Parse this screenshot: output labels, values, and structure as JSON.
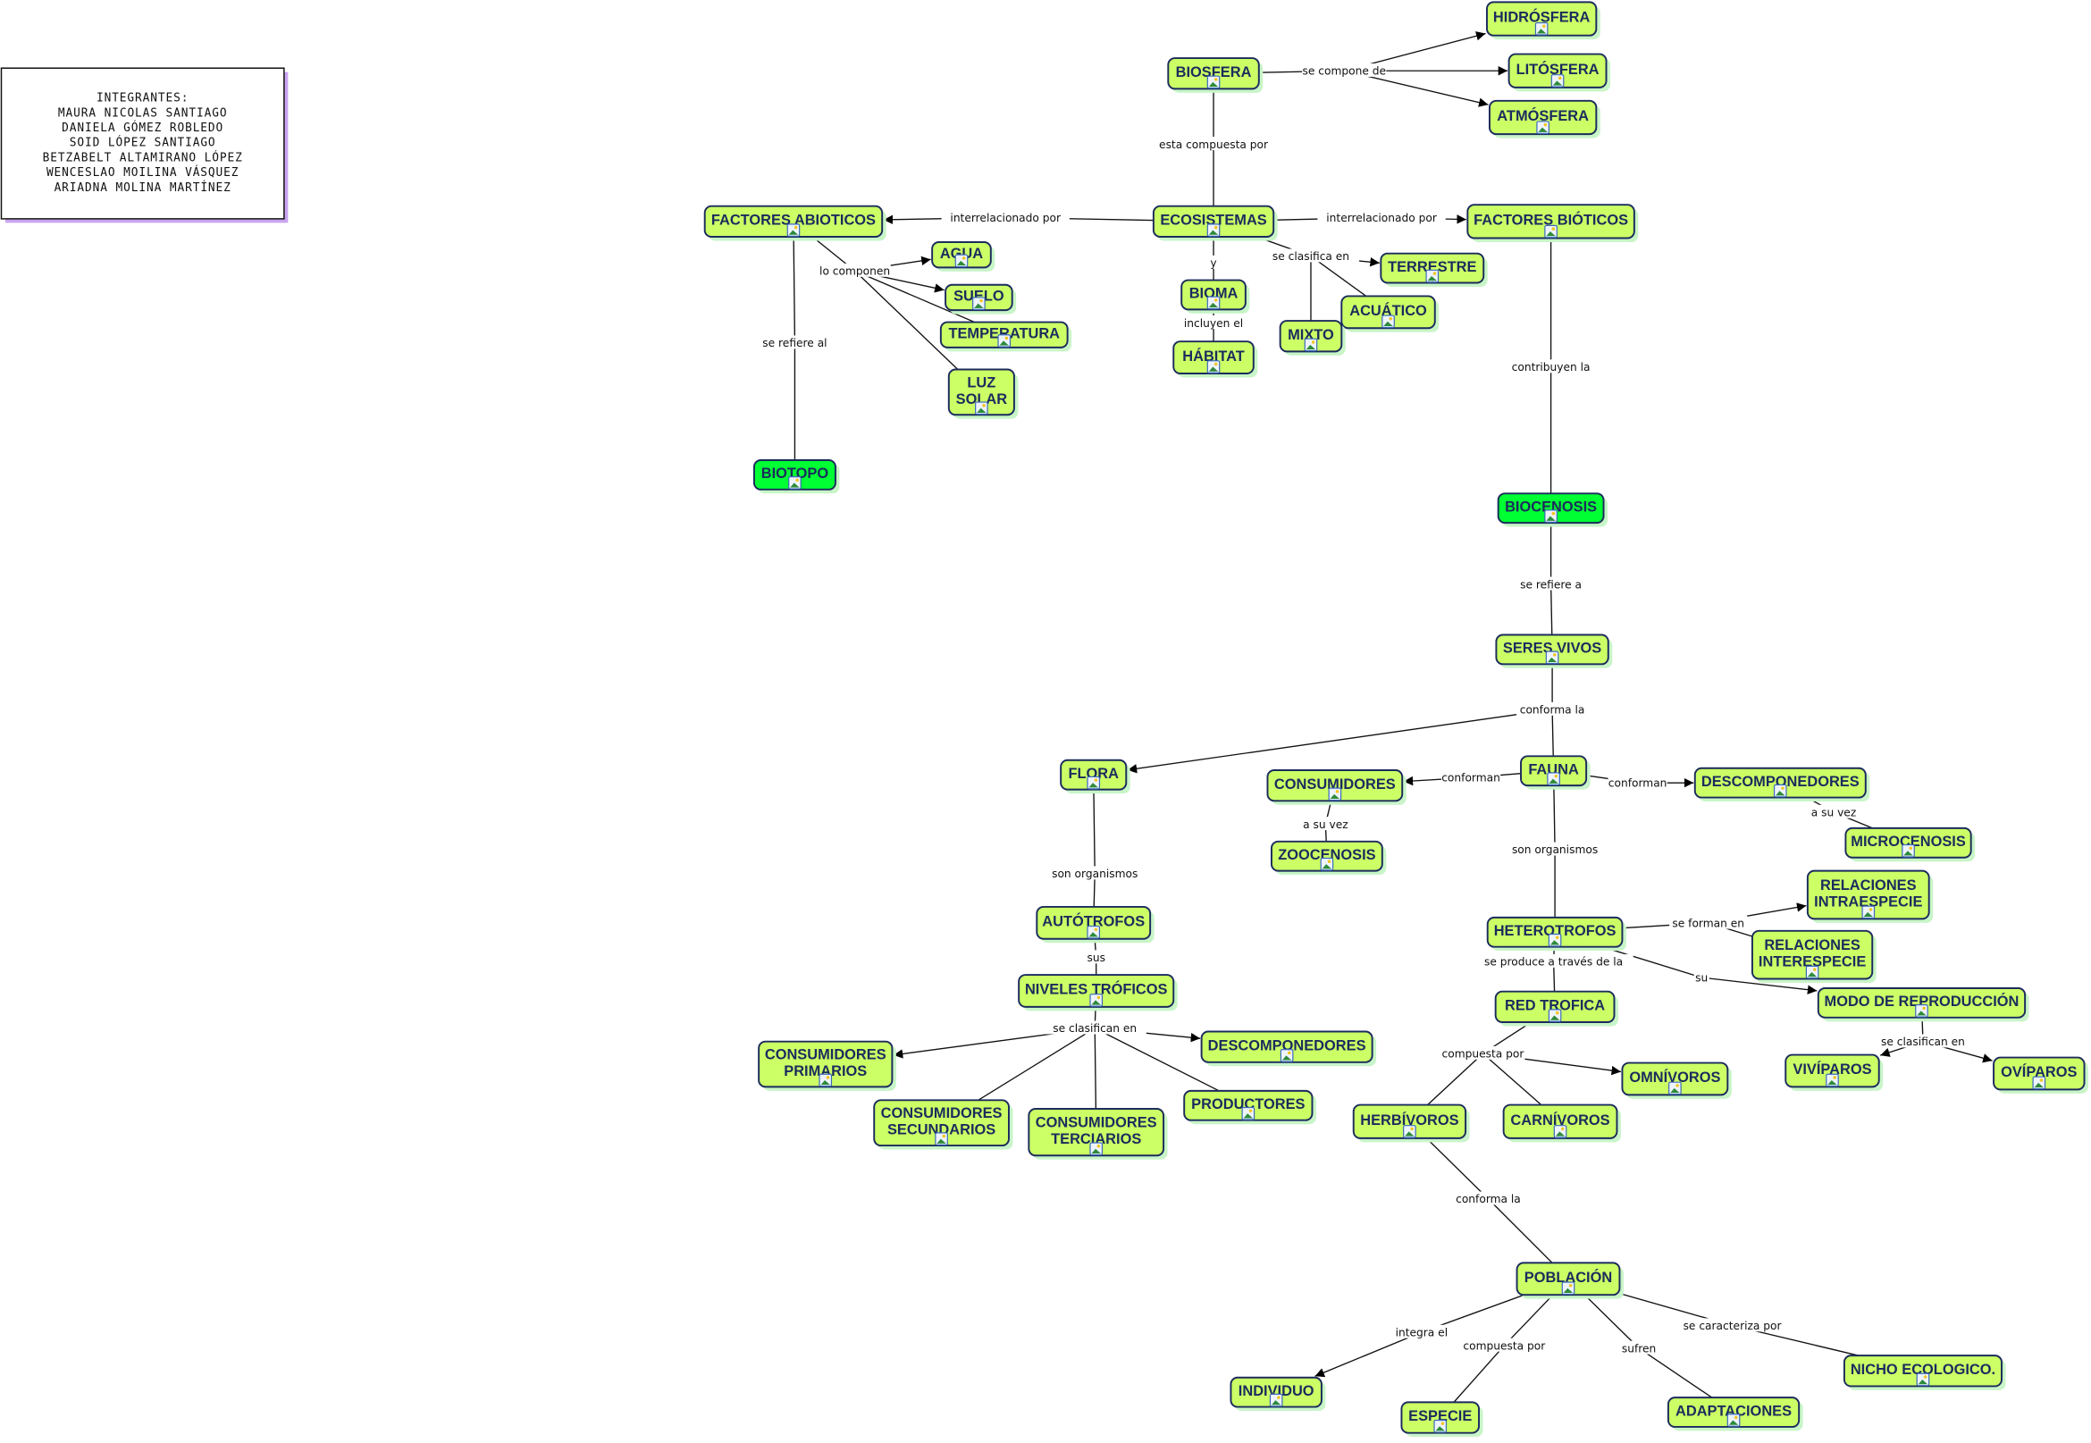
{
  "members": {
    "lines": [
      "INTEGRANTES:",
      "MAURA NICOLAS SANTIAGO",
      "DANIELA GÓMEZ ROBLEDO",
      "SOID LÓPEZ SANTIAGO",
      "BETZABELT ALTAMIRANO LÓPEZ",
      "WENCESLAO MOILINA VÁSQUEZ",
      "ARIADNA MOLINA MARTÍNEZ"
    ]
  },
  "colors": {
    "node": "#ccff66",
    "highlight": "#00ff33",
    "border": "#1b2b5c"
  },
  "nodes": [
    {
      "id": "hidrosfera",
      "label": "HIDRÓSFERA"
    },
    {
      "id": "litosfera",
      "label": "LITÓSFERA"
    },
    {
      "id": "atmosfera",
      "label": "ATMÓSFERA"
    },
    {
      "id": "biosfera",
      "label": "BIOSFERA"
    },
    {
      "id": "ecosistemas",
      "label": "ECOSISTEMAS"
    },
    {
      "id": "abioticos",
      "label": "FACTORES ABIOTICOS"
    },
    {
      "id": "bioticos",
      "label": "FACTORES BIÓTICOS"
    },
    {
      "id": "agua",
      "label": "AGUA"
    },
    {
      "id": "suelo",
      "label": "SUELO"
    },
    {
      "id": "temperatura",
      "label": "TEMPERATURA"
    },
    {
      "id": "luzsolar",
      "label": "LUZ\nSOLAR"
    },
    {
      "id": "biotopo",
      "label": "BIOTOPO",
      "highlight": true
    },
    {
      "id": "bioma",
      "label": "BIOMA"
    },
    {
      "id": "habitat",
      "label": "HÁBITAT"
    },
    {
      "id": "terrestre",
      "label": "TERRESTRE"
    },
    {
      "id": "acuatico",
      "label": "ACUÁTICO"
    },
    {
      "id": "mixto",
      "label": "MIXTO"
    },
    {
      "id": "biocenosis",
      "label": "BIOCENOSIS",
      "highlight": true
    },
    {
      "id": "seresvivos",
      "label": "SERES VIVOS"
    },
    {
      "id": "flora",
      "label": "FLORA"
    },
    {
      "id": "fauna",
      "label": "FAUNA"
    },
    {
      "id": "consumidores",
      "label": "CONSUMIDORES"
    },
    {
      "id": "zoocenosis",
      "label": "ZOOCENOSIS"
    },
    {
      "id": "descompR",
      "label": "DESCOMPONEDORES"
    },
    {
      "id": "microcenosis",
      "label": "MICROCENOSIS"
    },
    {
      "id": "intraespecie",
      "label": "RELACIONES\nINTRAESPECIE"
    },
    {
      "id": "interespecie",
      "label": "RELACIONES\nINTERESPECIE"
    },
    {
      "id": "heterotrofos",
      "label": "HETEROTROFOS"
    },
    {
      "id": "modo",
      "label": "MODO DE REPRODUCCIÓN"
    },
    {
      "id": "viviparos",
      "label": "VIVÍPAROS"
    },
    {
      "id": "oviparos",
      "label": "OVÍPAROS"
    },
    {
      "id": "redtrofica",
      "label": "RED TROFICA"
    },
    {
      "id": "omnivoros",
      "label": "OMNÍVOROS"
    },
    {
      "id": "herbivoros",
      "label": "HERBÍVOROS"
    },
    {
      "id": "carnivoros",
      "label": "CARNÍVOROS"
    },
    {
      "id": "autotrofos",
      "label": "AUTÓTROFOS"
    },
    {
      "id": "niveles",
      "label": "NIVELES TRÓFICOS"
    },
    {
      "id": "consprim",
      "label": "CONSUMIDORES\nPRIMARIOS"
    },
    {
      "id": "conssec",
      "label": "CONSUMIDORES\nSECUNDARIOS"
    },
    {
      "id": "consterc",
      "label": "CONSUMIDORES\nTERCIARIOS"
    },
    {
      "id": "descompL",
      "label": "DESCOMPONEDORES"
    },
    {
      "id": "productores",
      "label": "PRODUCTORES"
    },
    {
      "id": "poblacion",
      "label": "POBLACIÓN"
    },
    {
      "id": "individuo",
      "label": "INDIVIDUO"
    },
    {
      "id": "especie",
      "label": "ESPECIE"
    },
    {
      "id": "adaptaciones",
      "label": "ADAPTACIONES"
    },
    {
      "id": "nicho",
      "label": "NICHO ECOLOGICO."
    }
  ],
  "links": [
    {
      "label": "se compone de",
      "from": "biosfera",
      "to": [
        "hidrosfera",
        "litosfera",
        "atmosfera"
      ],
      "arrow": [
        true,
        true,
        true
      ]
    },
    {
      "label": "esta compuesta por",
      "from": "biosfera",
      "to": [
        "ecosistemas"
      ],
      "arrow": [
        false
      ]
    },
    {
      "label": "interrelacionado por",
      "from": "ecosistemas",
      "to": [
        "abioticos"
      ],
      "arrow": [
        true
      ]
    },
    {
      "label": "interrelacionado por",
      "from": "ecosistemas",
      "to": [
        "bioticos"
      ],
      "arrow": [
        true
      ]
    },
    {
      "label": "y",
      "from": "ecosistemas",
      "to": [
        "bioma"
      ],
      "arrow": [
        false
      ]
    },
    {
      "label": "incluyen el",
      "from": "bioma",
      "to": [
        "habitat"
      ],
      "arrow": [
        false
      ]
    },
    {
      "label": "se clasifica en",
      "from": "ecosistemas",
      "to": [
        "terrestre",
        "acuatico",
        "mixto"
      ],
      "arrow": [
        true,
        false,
        false
      ]
    },
    {
      "label": "lo componen",
      "from": "abioticos",
      "to": [
        "agua",
        "suelo",
        "temperatura",
        "luzsolar"
      ],
      "arrow": [
        true,
        true,
        false,
        false
      ]
    },
    {
      "label": "se refiere al",
      "from": "abioticos",
      "to": [
        "biotopo"
      ],
      "arrow": [
        false
      ]
    },
    {
      "label": "contribuyen la",
      "from": "bioticos",
      "to": [
        "biocenosis"
      ],
      "arrow": [
        false
      ]
    },
    {
      "label": "se refiere a",
      "from": "biocenosis",
      "to": [
        "seresvivos"
      ],
      "arrow": [
        false
      ]
    },
    {
      "label": "conforma la",
      "from": "seresvivos",
      "to": [
        "flora",
        "fauna"
      ],
      "arrow": [
        true,
        false
      ]
    },
    {
      "label": "conforman",
      "from": "fauna",
      "to": [
        "consumidores"
      ],
      "arrow": [
        true
      ]
    },
    {
      "label": "conforman",
      "from": "fauna",
      "to": [
        "descompR"
      ],
      "arrow": [
        true
      ]
    },
    {
      "label": "a su vez",
      "from": "consumidores",
      "to": [
        "zoocenosis"
      ],
      "arrow": [
        false
      ]
    },
    {
      "label": "a su vez",
      "from": "descompR",
      "to": [
        "microcenosis"
      ],
      "arrow": [
        false
      ]
    },
    {
      "label": "son organismos",
      "from": "fauna",
      "to": [
        "heterotrofos"
      ],
      "arrow": [
        false
      ]
    },
    {
      "label": "son organismos",
      "from": "flora",
      "to": [
        "autotrofos"
      ],
      "arrow": [
        false
      ]
    },
    {
      "label": "sus",
      "from": "autotrofos",
      "to": [
        "niveles"
      ],
      "arrow": [
        false
      ]
    },
    {
      "label": "se clasifican en",
      "from": "niveles",
      "to": [
        "consprim",
        "conssec",
        "consterc",
        "descompL",
        "productores"
      ],
      "arrow": [
        true,
        false,
        false,
        true,
        false
      ]
    },
    {
      "label": "se forman en",
      "from": "heterotrofos",
      "to": [
        "intraespecie",
        "interespecie"
      ],
      "arrow": [
        true,
        false
      ]
    },
    {
      "label": "su",
      "from": "heterotrofos",
      "to": [
        "modo"
      ],
      "arrow": [
        true
      ]
    },
    {
      "label": "se produce a través de la",
      "from": "heterotrofos",
      "to": [
        "redtrofica"
      ],
      "arrow": [
        false
      ]
    },
    {
      "label": "se clasifican en",
      "from": "modo",
      "to": [
        "viviparos",
        "oviparos"
      ],
      "arrow": [
        true,
        true
      ]
    },
    {
      "label": "compuesta por",
      "from": "redtrofica",
      "to": [
        "omnivoros",
        "herbivoros",
        "carnivoros"
      ],
      "arrow": [
        true,
        false,
        false
      ]
    },
    {
      "label": "conforma la",
      "from": "herbivoros",
      "to": [
        "poblacion"
      ],
      "arrow": [
        false
      ]
    },
    {
      "label": "integra el",
      "from": "poblacion",
      "to": [
        "individuo"
      ],
      "arrow": [
        true
      ]
    },
    {
      "label": "compuesta por",
      "from": "poblacion",
      "to": [
        "especie"
      ],
      "arrow": [
        false
      ]
    },
    {
      "label": "sufren",
      "from": "poblacion",
      "to": [
        "adaptaciones"
      ],
      "arrow": [
        false
      ]
    },
    {
      "label": "se caracteriza por",
      "from": "poblacion",
      "to": [
        "nicho"
      ],
      "arrow": [
        false
      ]
    }
  ]
}
